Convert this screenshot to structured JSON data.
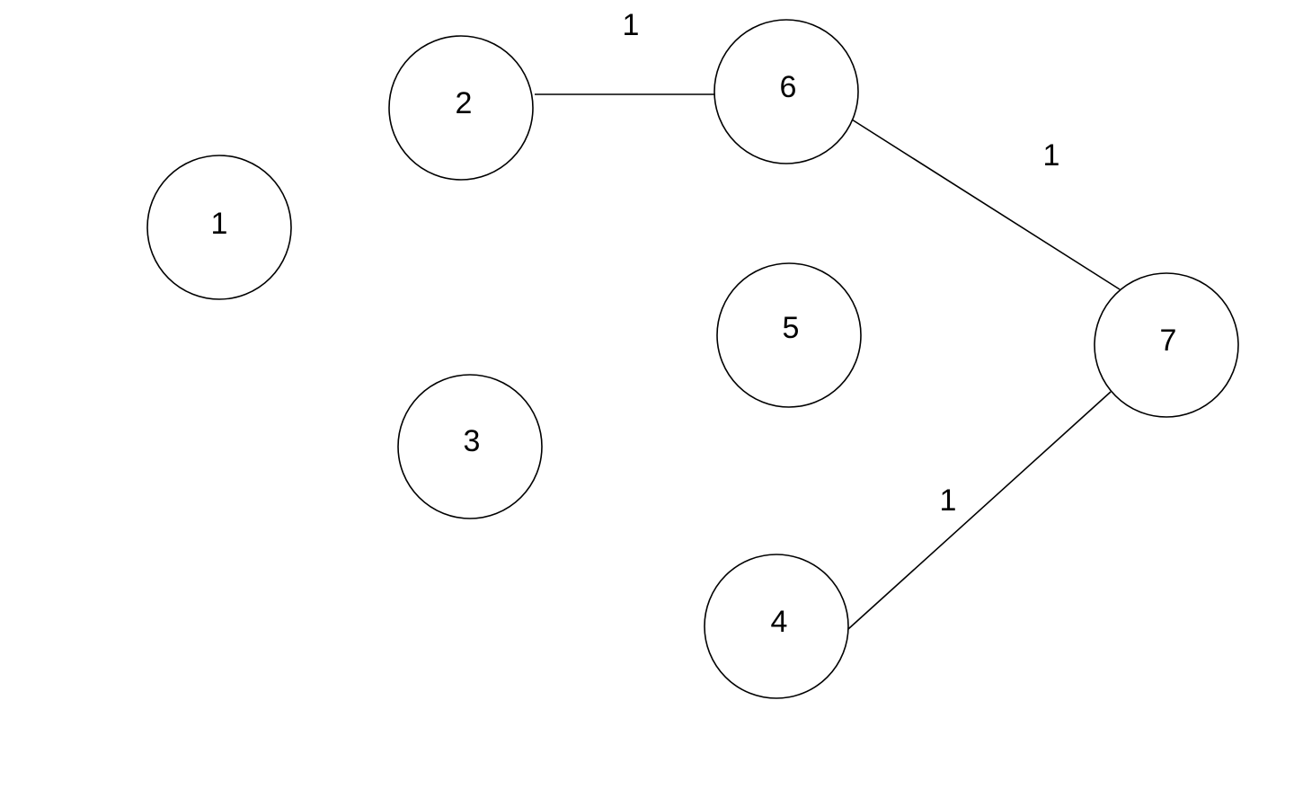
{
  "graph": {
    "nodes": [
      {
        "id": "1",
        "label": "1"
      },
      {
        "id": "2",
        "label": "2"
      },
      {
        "id": "3",
        "label": "3"
      },
      {
        "id": "4",
        "label": "4"
      },
      {
        "id": "5",
        "label": "5"
      },
      {
        "id": "6",
        "label": "6"
      },
      {
        "id": "7",
        "label": "7"
      }
    ],
    "edges": [
      {
        "from": "2",
        "to": "6",
        "label": "1"
      },
      {
        "from": "6",
        "to": "7",
        "label": "1"
      },
      {
        "from": "4",
        "to": "7",
        "label": "1"
      }
    ]
  },
  "colors": {
    "stroke": "#000000",
    "background": "#ffffff"
  }
}
